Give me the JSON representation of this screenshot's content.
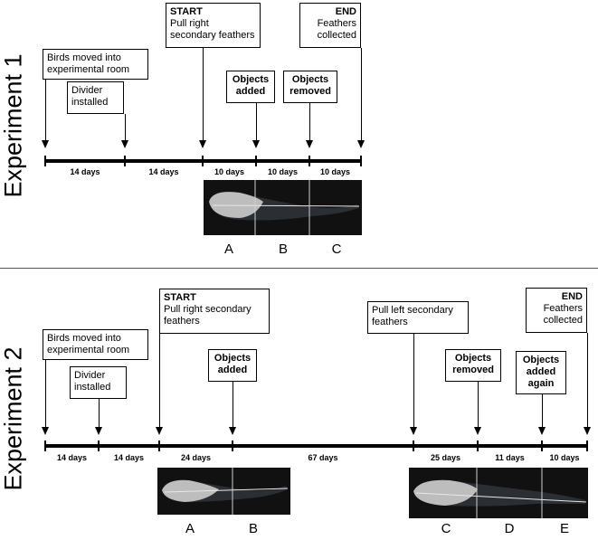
{
  "exp1": {
    "label": "Experiment 1",
    "boxes": {
      "birds": "Birds moved into experimental room",
      "divider": "Divider installed",
      "start_title": "START",
      "start_body": "Pull right secondary feathers",
      "objects_added": "Objects added",
      "objects_removed": "Objects removed",
      "end_title": "END",
      "end_body": "Feathers collected"
    },
    "durations": [
      "14 days",
      "14 days",
      "10 days",
      "10 days",
      "10 days"
    ],
    "segments": [
      "A",
      "B",
      "C"
    ]
  },
  "exp2": {
    "label": "Experiment 2",
    "boxes": {
      "birds": "Birds moved into experimental room",
      "divider": "Divider installed",
      "start_title": "START",
      "start_body": "Pull right secondary feathers",
      "objects_added": "Objects added",
      "pull_left": "Pull left secondary feathers",
      "objects_removed": "Objects removed",
      "objects_added_again": "Objects added again",
      "end_title": "END",
      "end_body": "Feathers collected"
    },
    "durations": [
      "14 days",
      "14 days",
      "24 days",
      "67 days",
      "25 days",
      "11 days",
      "10 days"
    ],
    "segments": [
      "A",
      "B",
      "C",
      "D",
      "E"
    ]
  }
}
